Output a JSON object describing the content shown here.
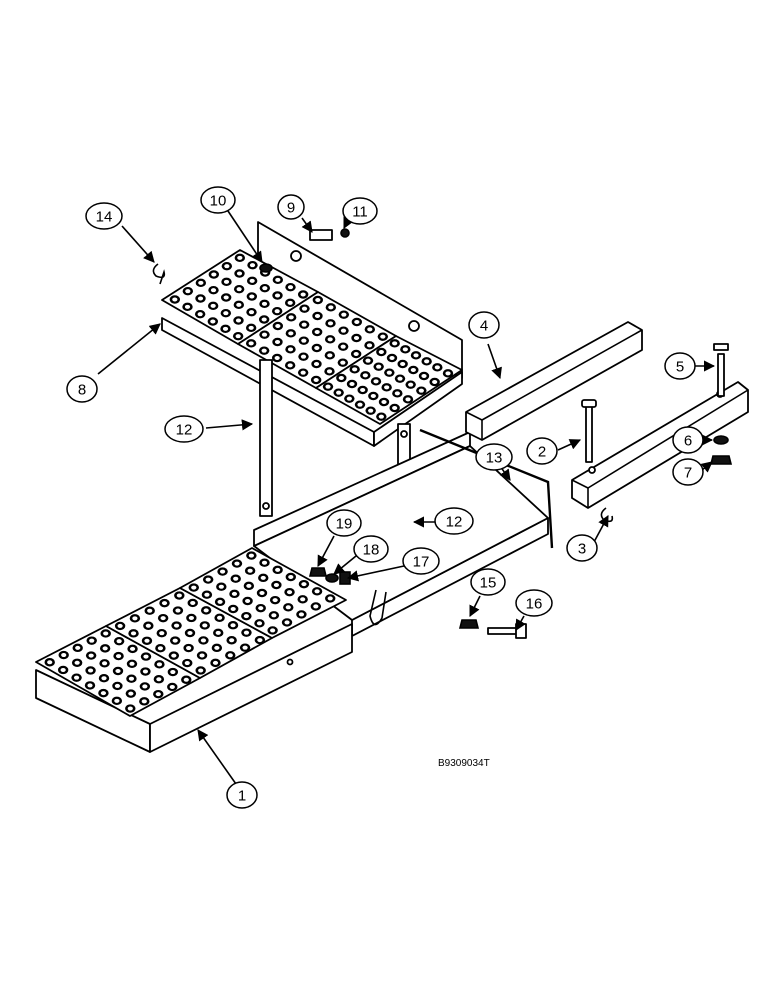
{
  "drawing": {
    "reference": "B9309034T",
    "callouts": [
      {
        "id": "c1",
        "label": "1"
      },
      {
        "id": "c2",
        "label": "2"
      },
      {
        "id": "c3",
        "label": "3"
      },
      {
        "id": "c4",
        "label": "4"
      },
      {
        "id": "c5",
        "label": "5"
      },
      {
        "id": "c6",
        "label": "6"
      },
      {
        "id": "c7",
        "label": "7"
      },
      {
        "id": "c8",
        "label": "8"
      },
      {
        "id": "c9",
        "label": "9"
      },
      {
        "id": "c10",
        "label": "10"
      },
      {
        "id": "c11",
        "label": "11"
      },
      {
        "id": "c12a",
        "label": "12"
      },
      {
        "id": "c12b",
        "label": "12"
      },
      {
        "id": "c13",
        "label": "13"
      },
      {
        "id": "c14",
        "label": "14"
      },
      {
        "id": "c15",
        "label": "15"
      },
      {
        "id": "c16",
        "label": "16"
      },
      {
        "id": "c17",
        "label": "17"
      },
      {
        "id": "c18",
        "label": "18"
      },
      {
        "id": "c19",
        "label": "19"
      }
    ]
  }
}
